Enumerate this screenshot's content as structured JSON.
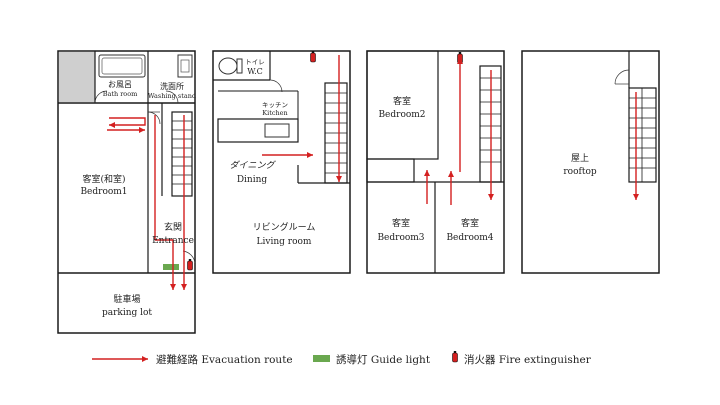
{
  "rooms": {
    "bath_jp": "お風呂",
    "bath_en": "Bath room",
    "washing_jp": "洗面所",
    "washing_en": "Washing stand",
    "bedroom1_jp": "客室(和室)",
    "bedroom1_en": "Bedroom1",
    "entrance_jp": "玄関",
    "entrance_en": "Entrance",
    "parking_jp": "駐車場",
    "parking_en": "parking lot",
    "toilet_jp": "トイレ",
    "toilet_en": "W.C",
    "kitchen_jp": "キッチン",
    "kitchen_en": "Kitchen",
    "dining_jp": "ダイニング",
    "dining_en": "Dining",
    "living_jp": "リビングルーム",
    "living_en": "Living room",
    "bedroom2_jp": "客室",
    "bedroom2_en": "Bedroom2",
    "bedroom3_jp": "客室",
    "bedroom3_en": "Bedroom3",
    "bedroom4_jp": "客室",
    "bedroom4_en": "Bedroom4",
    "rooftop_jp": "屋上",
    "rooftop_en": "rooftop"
  },
  "legend": {
    "evacuation": "避難経路 Evacuation route",
    "guide_light": "誘導灯 Guide light",
    "extinguisher": "消火器 Fire extinguisher"
  },
  "colors": {
    "route": "#d42020",
    "guide_light": "#6aa84f",
    "extinguisher": "#d42020",
    "wall": "#1a1a1a",
    "fixture_fill": "#cfcfcf"
  }
}
